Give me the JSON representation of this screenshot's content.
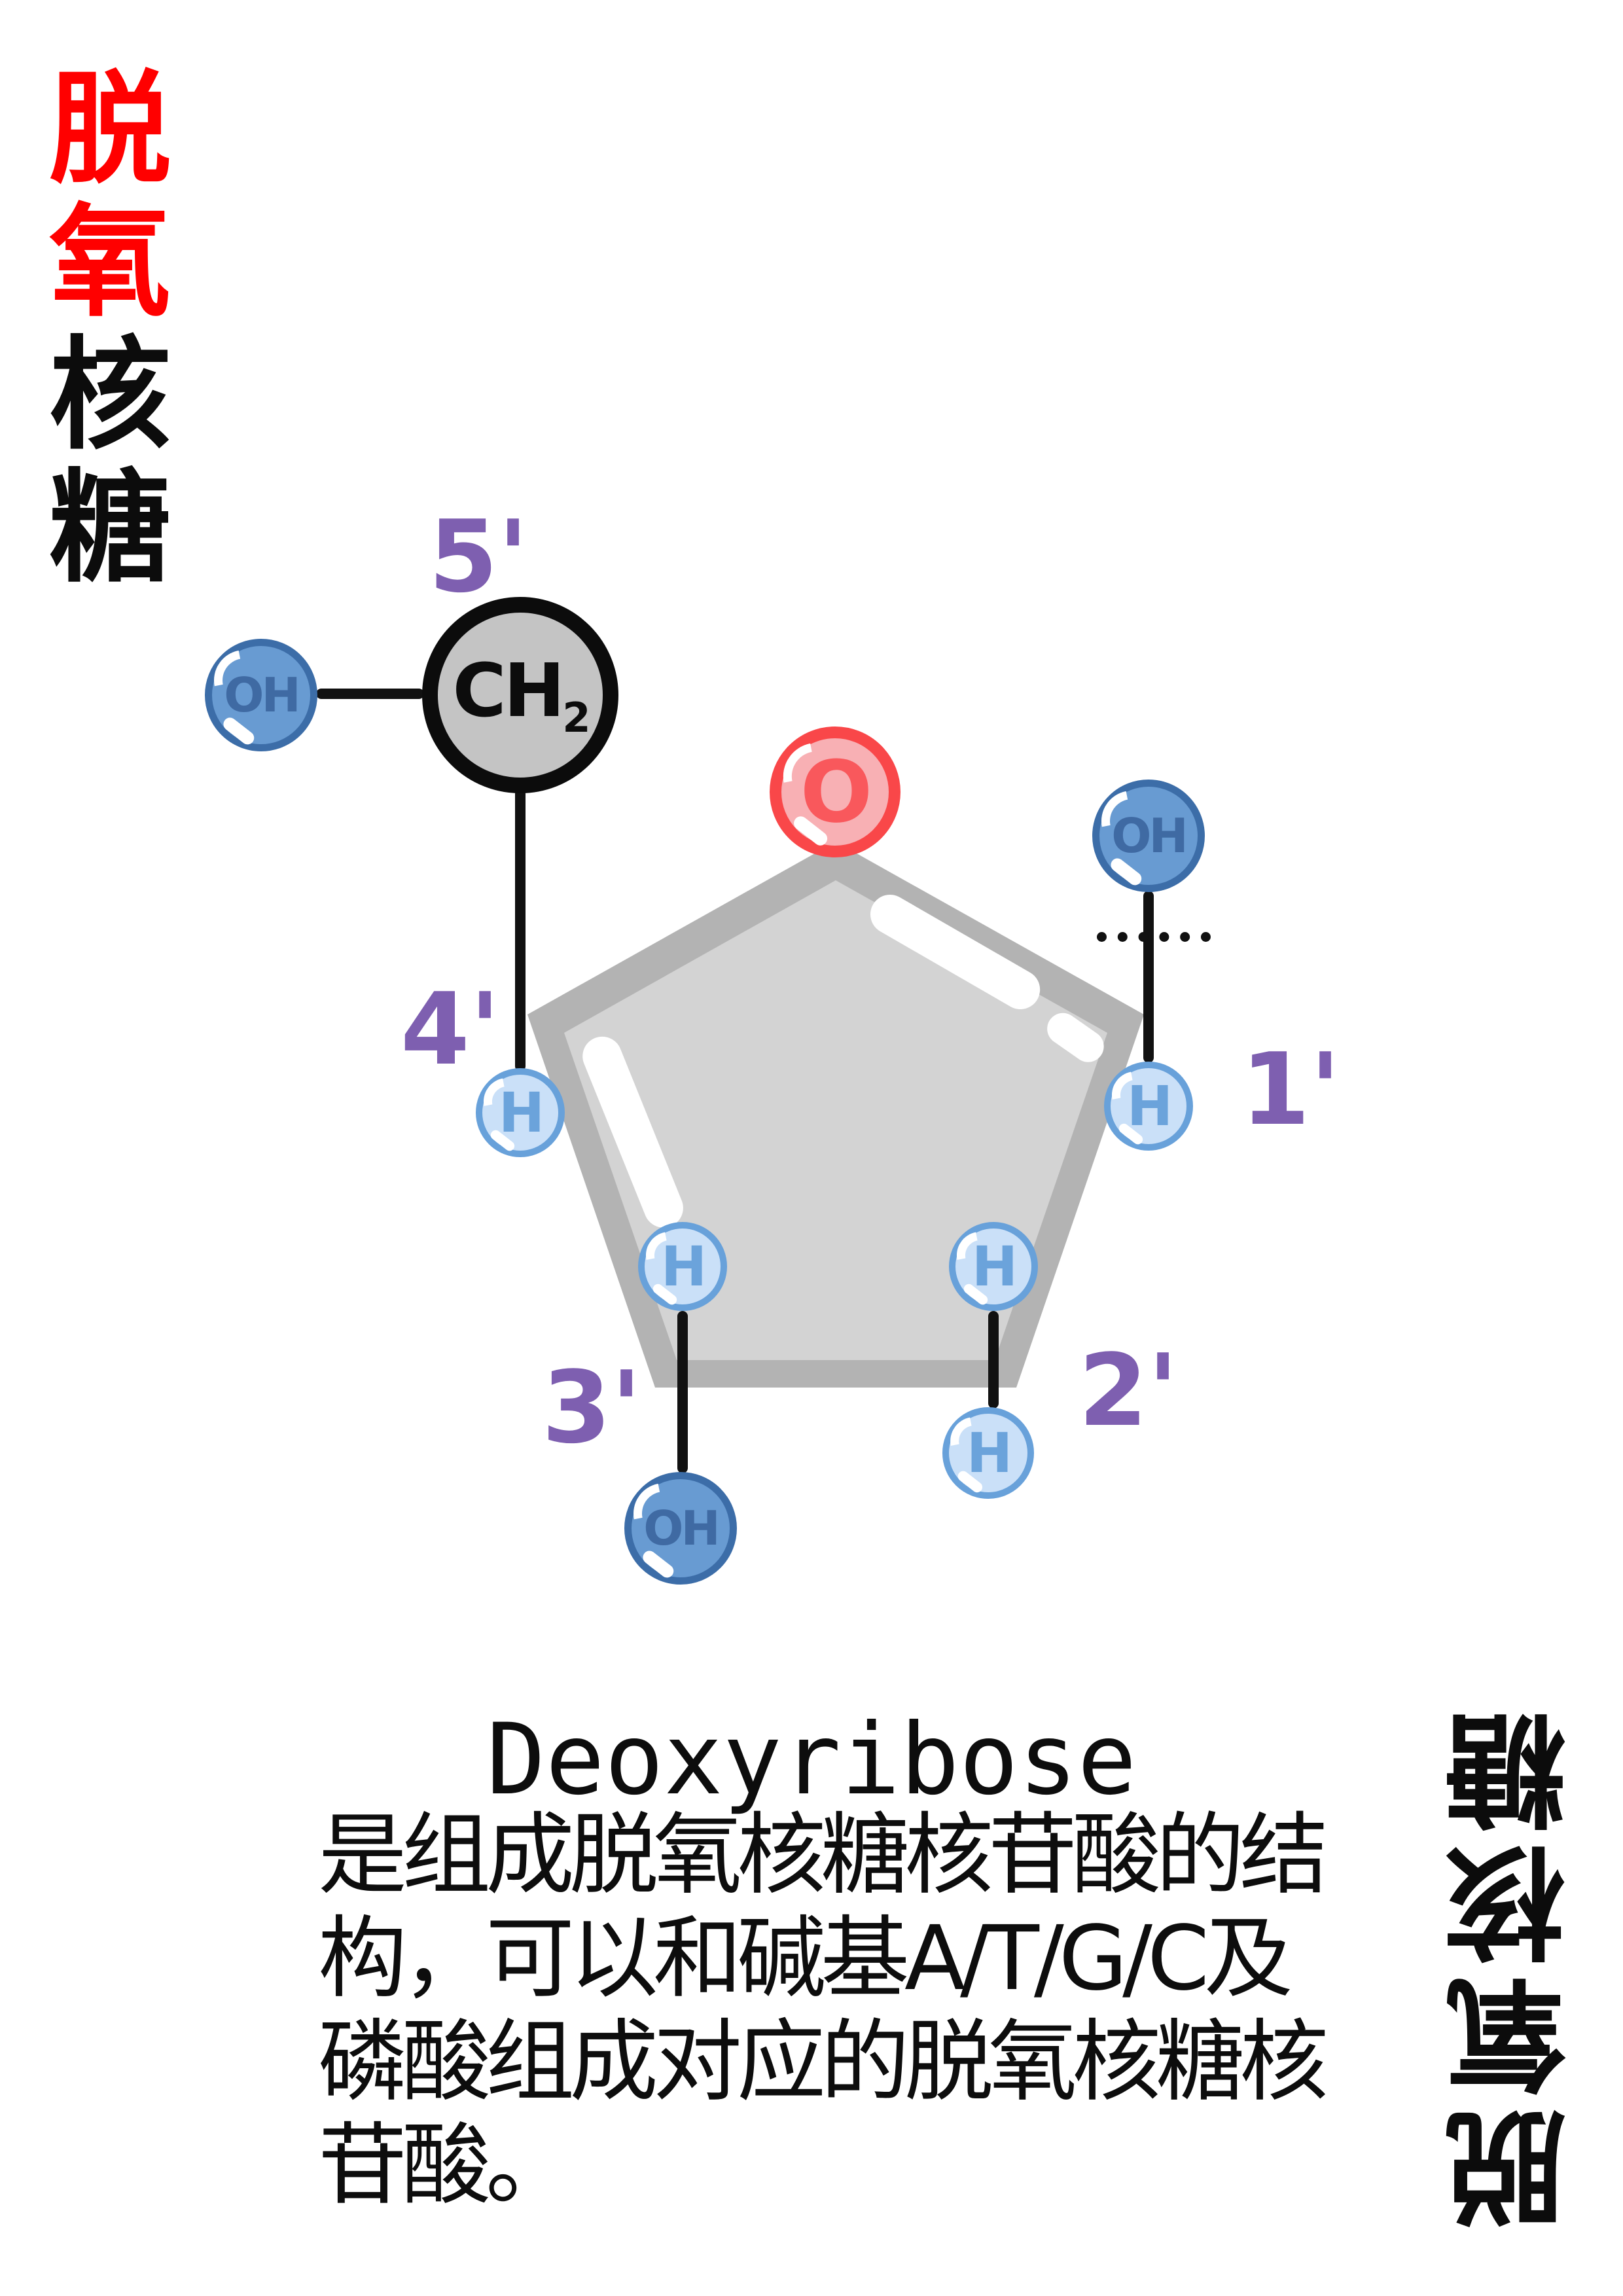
{
  "left_title": {
    "chars": [
      "脱",
      "氧",
      "核",
      "糖"
    ]
  },
  "right_title": {
    "chars": [
      "脱",
      "氧",
      "核",
      "糖"
    ]
  },
  "molecule": {
    "labels": {
      "c5": "5'",
      "c4": "4'",
      "c3": "3'",
      "c2": "2'",
      "c1": "1'"
    },
    "atoms": {
      "ch2_text": "CH",
      "ch2_sub": "2",
      "ring_oxygen": "O",
      "oh_top_left": "OH",
      "oh_right": "OH",
      "oh_bottom": "OH",
      "h_c4": "H",
      "h_c3": "H",
      "h_c2": "H",
      "h_c1": "H",
      "h_c2_outer": "H"
    }
  },
  "caption": {
    "title": "Deoxyribose",
    "lines": [
      "是组成脱氧核糖核苷酸的结",
      "构，可以和碱基A/T/G/C及",
      "磷酸组成对应的脱氧核糖核",
      "苷酸。"
    ]
  },
  "colors": {
    "accent_red": "#ff0000",
    "label_purple": "#7e5fb0",
    "oxygen_ring_red": "#f94749",
    "oxygen_fill_pink": "#f8b0b4",
    "hydroxyl_fill_blue": "#689bd2",
    "hydroxyl_border_blue": "#3c6da8",
    "hydrogen_fill_blue": "#cae0f8",
    "hydrogen_border_blue": "#68a1da",
    "carbon_gray": "#c4c4c4",
    "pentagon_outer_gray": "#b3b3b3",
    "pentagon_inner_gray": "#d3d3d3",
    "bond_black": "#111111"
  }
}
